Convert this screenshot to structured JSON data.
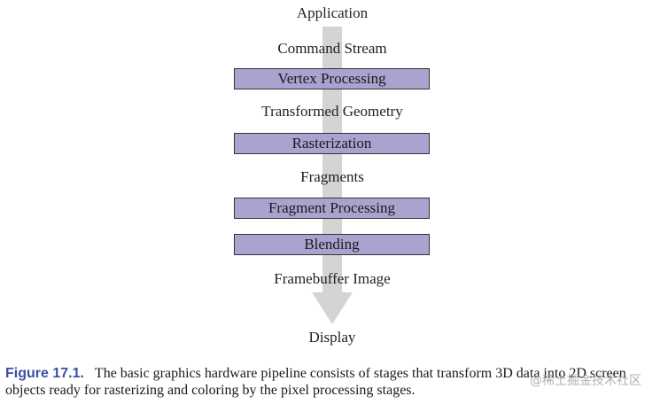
{
  "colors": {
    "stage_fill": "#a8a3cf",
    "arrow_fill": "#d4d4d4",
    "caption_label": "#3b50a6"
  },
  "flow": {
    "start": "Application",
    "command_stream": "Command Stream",
    "transformed_geometry": "Transformed Geometry",
    "fragments": "Fragments",
    "framebuffer_image": "Framebuffer Image",
    "end": "Display"
  },
  "stages": [
    {
      "label": "Vertex Processing"
    },
    {
      "label": "Rasterization"
    },
    {
      "label": "Fragment Processing"
    },
    {
      "label": "Blending"
    }
  ],
  "caption": {
    "label": "Figure 17.1.",
    "text": "The basic graphics hardware pipeline consists of stages that transform 3D data into 2D screen objects ready for rasterizing and coloring by the pixel processing stages."
  },
  "watermark": "@稀土掘金技术社区"
}
